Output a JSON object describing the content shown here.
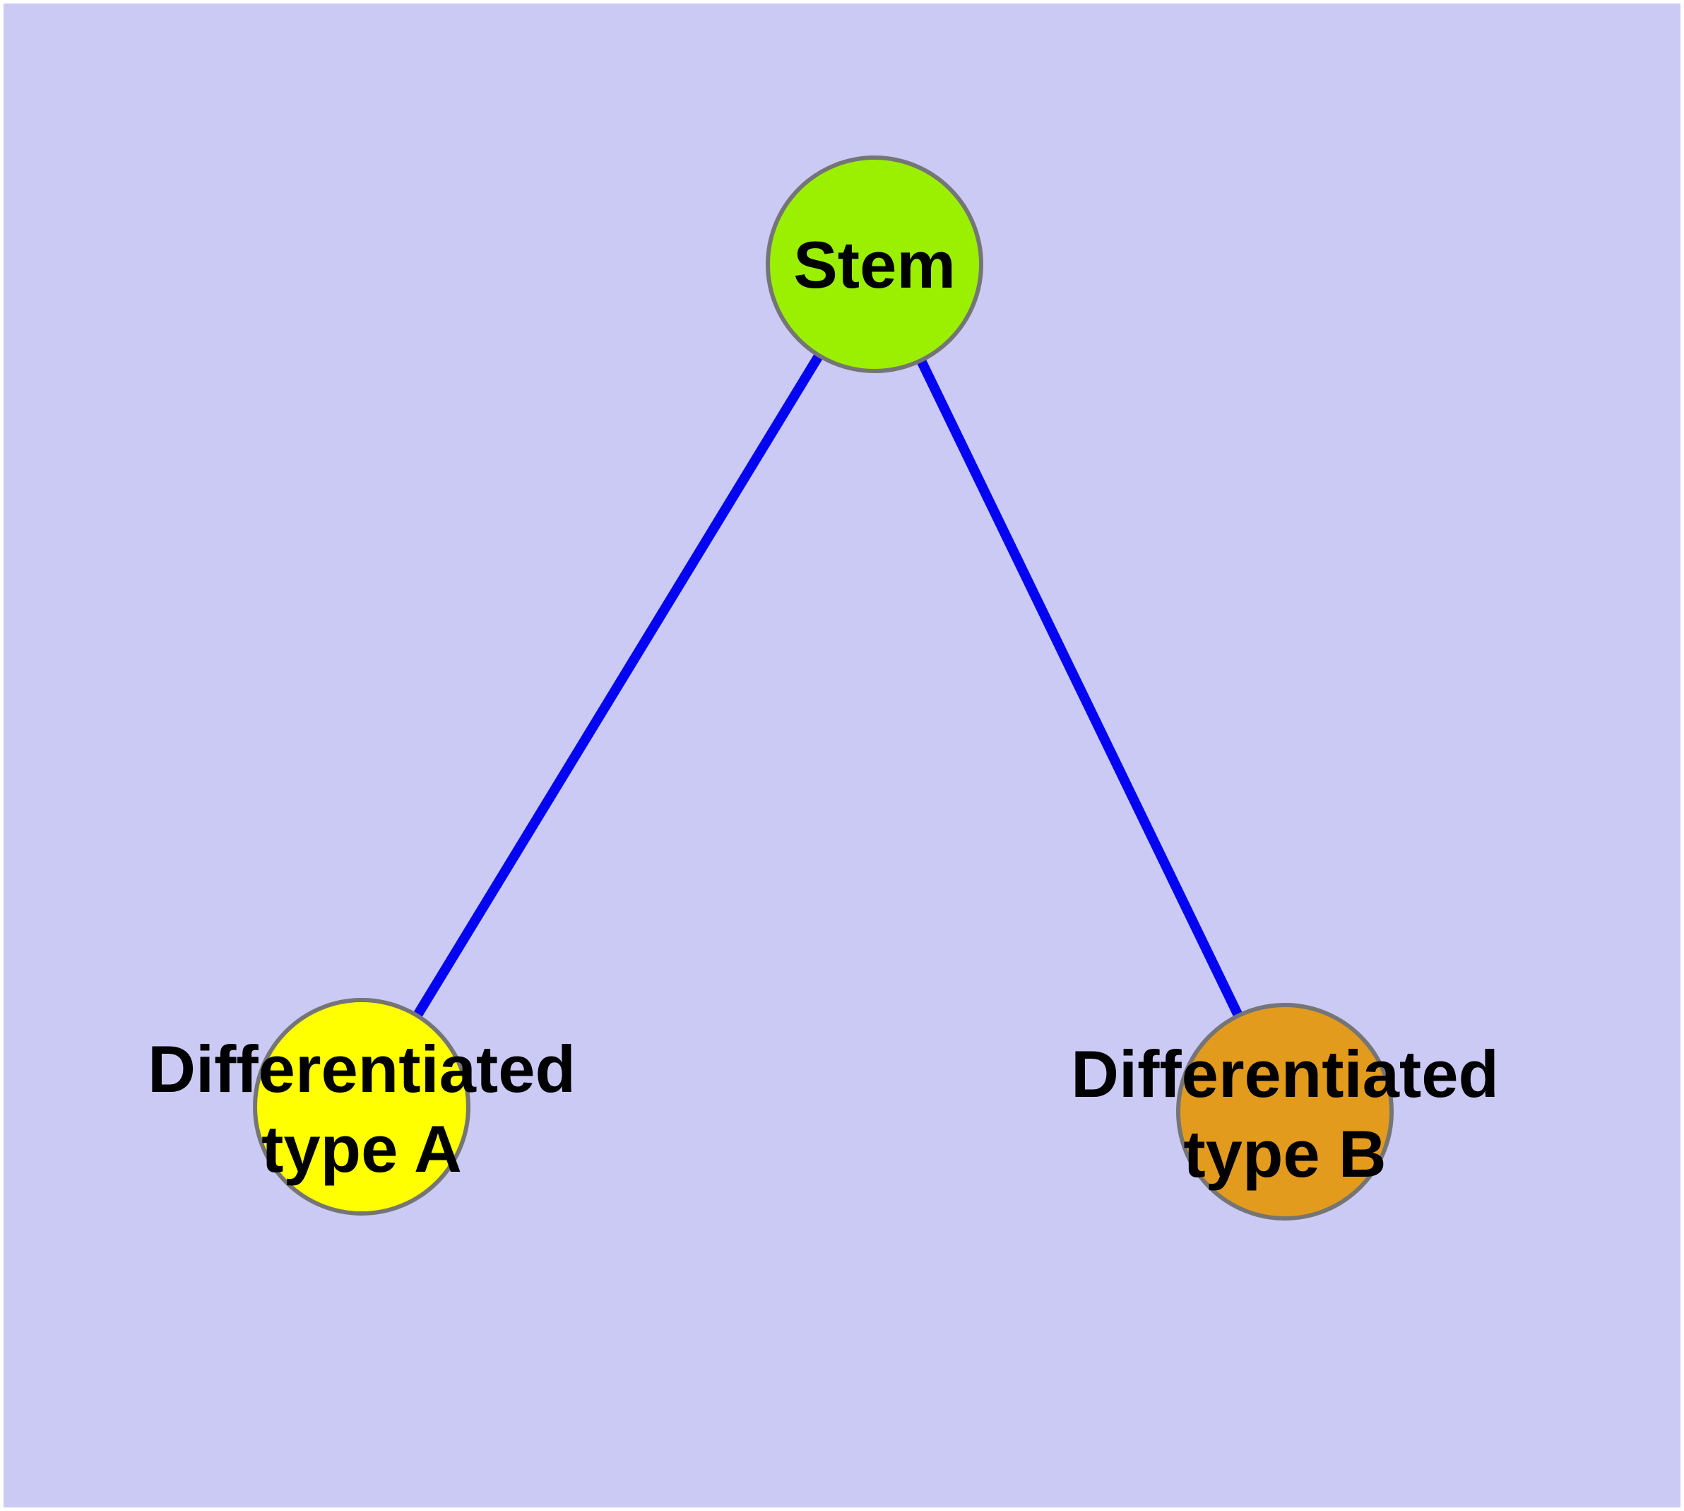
{
  "canvas": {
    "background_color": "#cacaf5",
    "frame_color": "#ffffff"
  },
  "colors": {
    "edge": "#0404f2",
    "node_border": "#757575",
    "label": "#000000"
  },
  "nodes": {
    "stem": {
      "label": "Stem",
      "color": "#9af000"
    },
    "type_a": {
      "label_line1": "Differentiated",
      "label_line2": "type A",
      "label_full": "Differentiated type A",
      "color": "#ffff00"
    },
    "type_b": {
      "label_line1": "Differentiated",
      "label_line2": "type B",
      "label_full": "Differentiated type B",
      "color": "#e39b1e"
    }
  },
  "edges": [
    {
      "from": "Stem",
      "to": "Differentiated type A"
    },
    {
      "from": "Stem",
      "to": "Differentiated type B"
    }
  ]
}
